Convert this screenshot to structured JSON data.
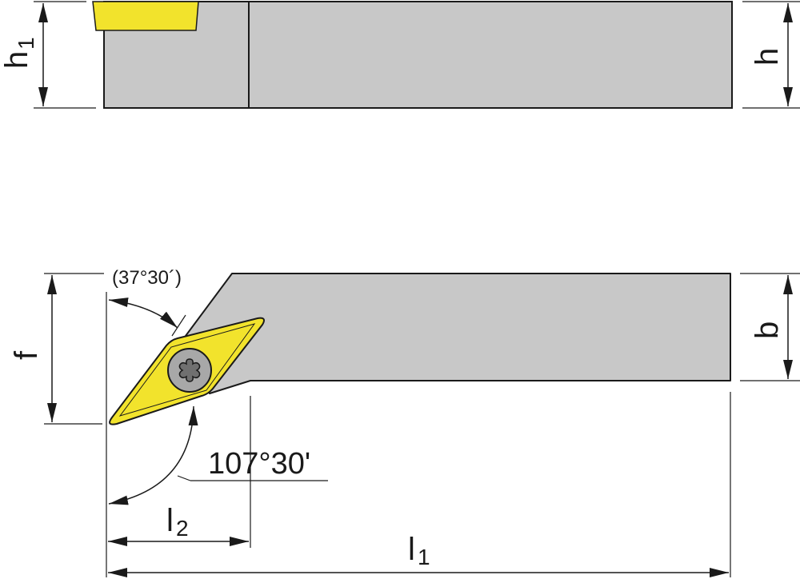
{
  "labels": {
    "h1": "h",
    "h1_sub": "1",
    "h": "h",
    "f": "f",
    "b": "b",
    "l1": "l",
    "l1_sub": "1",
    "l2": "l",
    "l2_sub": "2",
    "approach_angle": "(37°30´)",
    "cutting_angle": "107°30'"
  },
  "colors": {
    "body": "#c8c8c8",
    "insert": "#f2e32c",
    "screw": "#a8a8a8",
    "line": "#1a1a1a"
  }
}
